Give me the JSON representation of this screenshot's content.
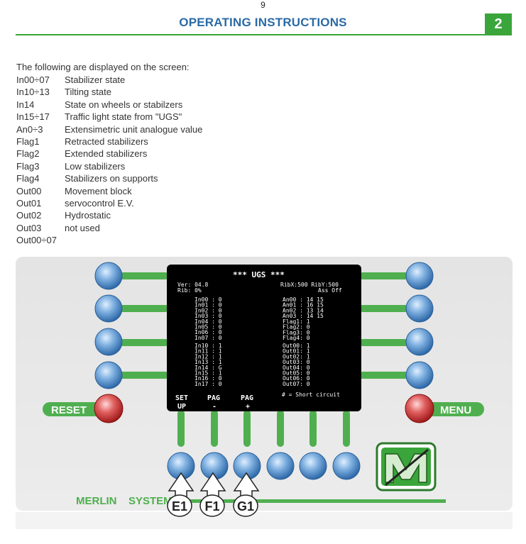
{
  "page": {
    "number": "9",
    "title": "OPERATING INSTRUCTIONS",
    "chapter": "2"
  },
  "intro": "The following are displayed on the screen:",
  "definitions": [
    {
      "code": "In00÷07",
      "desc": "Stabilizer state"
    },
    {
      "code": "In10÷13",
      "desc": "Tilting state"
    },
    {
      "code": "In14",
      "desc": "State on wheels or stabilzers"
    },
    {
      "code": "In15÷17",
      "desc": "Traffic light state from \"UGS\""
    },
    {
      "code": "An0÷3",
      "desc": "Extensimetric unit analogue value"
    },
    {
      "code": "Flag1",
      "desc": "Retracted stabilizers"
    },
    {
      "code": "Flag2",
      "desc": "Extended stabilizers"
    },
    {
      "code": "Flag3",
      "desc": "Low stabilizers"
    },
    {
      "code": "Flag4",
      "desc": "Stabilizers on supports"
    },
    {
      "code": "Out00",
      "desc": "Movement block"
    },
    {
      "code": "Out01",
      "desc": "servocontrol E.V."
    },
    {
      "code": "Out02",
      "desc": "Hydrostatic"
    },
    {
      "code": "Out03",
      "desc": "not used"
    },
    {
      "code": "Out00÷07",
      "desc": ""
    }
  ],
  "panel": {
    "reset_label": "RESET",
    "menu_label": "MENU",
    "brand": "MERLIN",
    "brand2": "SYSTEM",
    "softkeys": [
      "E1",
      "F1",
      "G1"
    ],
    "screen": {
      "title": "*** UGS ***",
      "ver": "Ver: 04.8",
      "rib": "Rib:   0%",
      "ribx": "RibX:500 RibY:500",
      "ass_off": "Ass   Off",
      "inputs1": [
        "In00  :  0",
        "In01  :  0",
        "In02  :  0",
        "In03  :  0",
        "In04  :  0",
        "In05  :  0",
        "In06  :  0",
        "In07  :  0"
      ],
      "inputs2": [
        "In10  :  1",
        "In11  :  1",
        "In12  :  1",
        "In13  :  1",
        "In14  :  G",
        "In15  :  1",
        "In16  :  0",
        "In17  :  0"
      ],
      "analog": [
        "An00 :   14   15",
        "An01 :   16   15",
        "An02 :   13   14",
        "An03 :   14   15"
      ],
      "flags": [
        "Flag1:  1",
        "Flag2:  0",
        "Flag3:  0",
        "Flag4:  0"
      ],
      "outputs": [
        "Out00:  1",
        "Out01:  1",
        "Out02:  1",
        "Out03:  0",
        "Out04:  0",
        "Out05:  0",
        "Out06:  0",
        "Out07:  0"
      ],
      "note": "# = Short circuit",
      "key_setup_1": "SET",
      "key_setup_2": "UP",
      "key_pagm_1": "PAG",
      "key_pagm_2": "-",
      "key_pagp_1": "PAG",
      "key_pagp_2": "+"
    }
  },
  "colors": {
    "green": "#3aa53a",
    "blue_title": "#2a6aa6",
    "panel_bg": "#e6e6e6",
    "screen_bg": "#000000"
  }
}
